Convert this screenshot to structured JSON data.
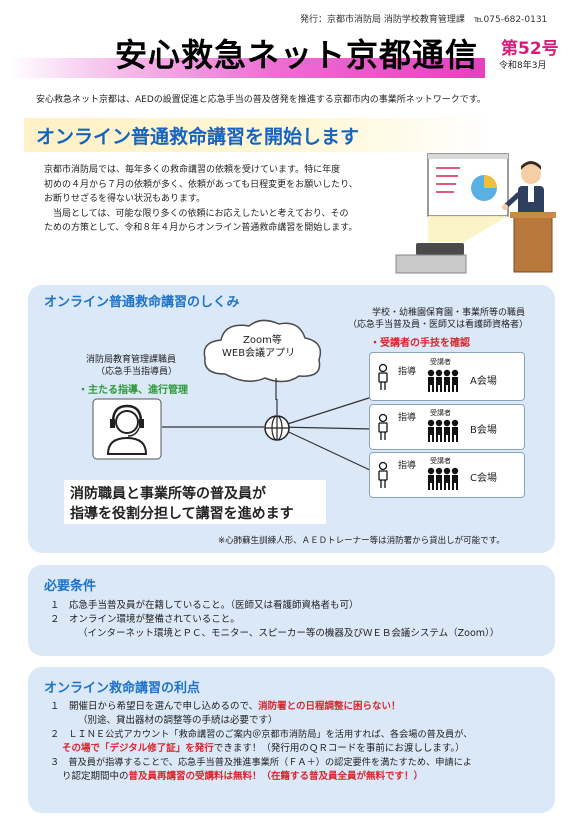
{
  "header": {
    "publisher": "発行：京都市消防局 消防学校教育管理課　℡075-682-0131",
    "title": "安心救急ネット京都通信",
    "issue": "第52号",
    "issue_date": "令和8年3月"
  },
  "intro": "安心救急ネット京都は、AEDの設置促進と応急手当の普及啓発を推進する京都市内の事業所ネットワークです。",
  "headline": "オンライン普通救命講習を開始します",
  "body": [
    "京都市消防局では、毎年多くの救命講習の依頼を受けています。特に年度",
    "初めの４月から７月の依頼が多く、依頼があっても日程変更をお願いしたり、",
    "お断りせざるを得ない状況もあります。",
    "　当局としては、可能な限り多くの依頼にお応えしたいと考えており、その",
    "ための方策として、令和８年４月からオンライン普通救命講習を開始します。"
  ],
  "mechanism": {
    "title": "オンライン普通救命講習のしくみ",
    "cloud_label_1": "Zoom等",
    "cloud_label_2": "WEB会議アプリ",
    "fire_staff_1": "消防局教育管理課職員",
    "fire_staff_2": "（応急手当指導員）",
    "fire_staff_role": "・主たる指導、進行管理",
    "venue_staff_1": "学校・幼稚園保育園・事業所等の職員",
    "venue_staff_2": "（応急手当普及員・医師又は看護師資格者）",
    "venue_role": "・受講者の手技を確認",
    "instructor_label": "指導",
    "trainee_label": "受講者",
    "venues": [
      "A会場",
      "B会場",
      "C会場"
    ],
    "summary_1": "消防職員と事業所等の普及員が",
    "summary_2": "指導を役割分担して講習を進めます",
    "note": "※心肺蘇生訓練人形、ＡＥＤトレーナー等は消防署から貸出しが可能です。"
  },
  "requirements": {
    "title": "必要条件",
    "line1": "１　応急手当普及員が在籍していること。（医師又は看護師資格者も可）",
    "line2": "２　オンライン環境が整備されていること。",
    "line3": "（インターネット環境とＰＣ、モニター、スピーカー等の機器及びＷＥＢ会議システム（Zoom））"
  },
  "benefits": {
    "title": "オンライン救命講習の利点",
    "l1a": "１　開催日から希望日を選んで申し込めるので、",
    "l1b": "消防署との日程調整に困らない！",
    "l1c": "（別途、貸出器材の調整等の手続は必要です）",
    "l2a": "２　ＬＩＮＥ公式アカウント「救命講習のご案内＠京都市消防局」を活用すれば、各会場の普及員が、",
    "l2b": "その場で「デジタル修了証」を発行",
    "l2c": "できます！（発行用のＱＲコードを事前にお渡しします。）",
    "l3a": "３　普及員が指導することで、応急手当普及推進事業所（ＦＡ＋）の認定要件を満たすため、申請によ",
    "l3b": "り認定期間中の",
    "l3c": "普及員再講習の受講料は無料！（在籍する普及員全員が無料です！）"
  }
}
